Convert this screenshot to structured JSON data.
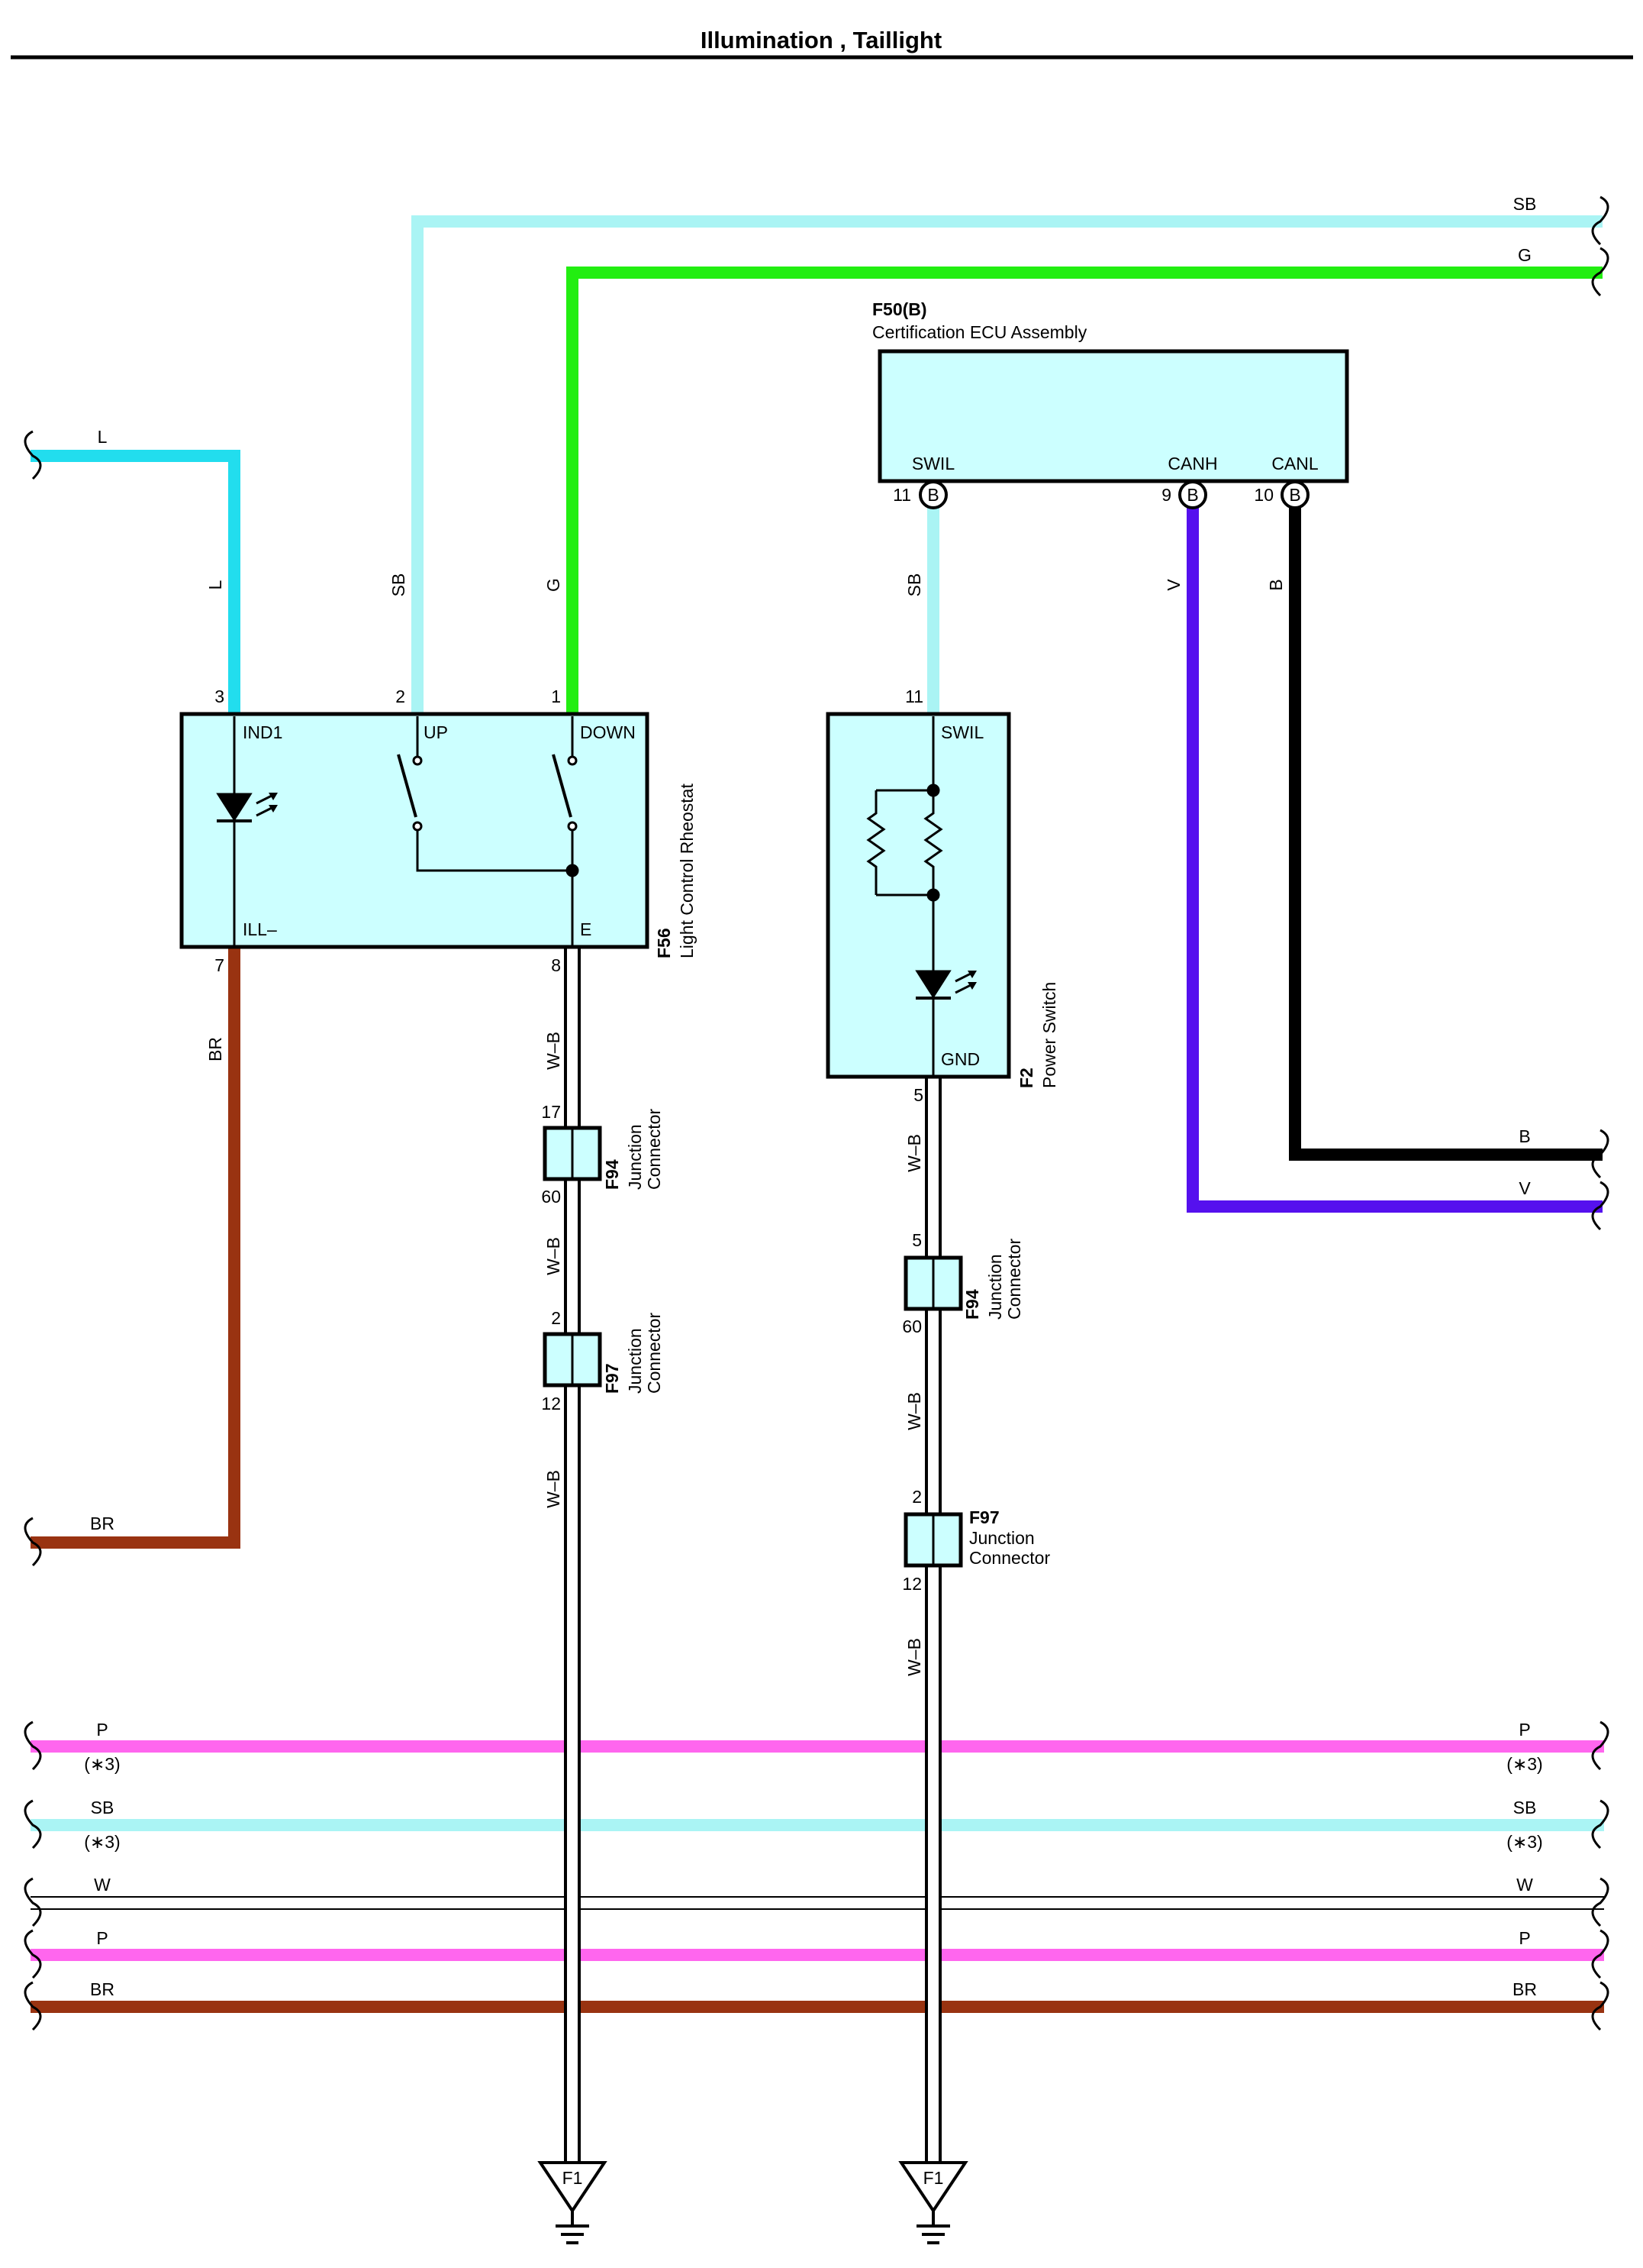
{
  "title": "Illumination , Taillight",
  "colors": {
    "L": "#22ddee",
    "SB": "#aaf4f4",
    "G": "#22ee11",
    "BR": "#993311",
    "V": "#5511ee",
    "B": "#000000",
    "P": "#ff66ee",
    "W": "#ffffff",
    "W_B": "#ffffff",
    "component_fill": "#ccffff"
  },
  "top_wires": {
    "sb": "SB",
    "g": "G"
  },
  "left_wires": {
    "l": "L",
    "br": "BR"
  },
  "f50": {
    "code": "F50(B)",
    "name": "Certification ECU Assembly",
    "pins": [
      {
        "label": "SWIL",
        "num": "11",
        "conn": "B"
      },
      {
        "label": "CANH",
        "num": "9",
        "conn": "B"
      },
      {
        "label": "CANL",
        "num": "10",
        "conn": "B"
      }
    ]
  },
  "f56": {
    "code": "F56",
    "name": "Light Control Rheostat",
    "pin_ind1": "IND1",
    "pin_up": "UP",
    "pin_down": "DOWN",
    "pin_ill": "ILL–",
    "pin_e": "E",
    "num3": "3",
    "num2": "2",
    "num1": "1",
    "num7": "7",
    "num8": "8"
  },
  "f2": {
    "code": "F2",
    "name": "Power Switch",
    "pin_swil": "SWIL",
    "pin_gnd": "GND",
    "num11": "11",
    "num5": "5"
  },
  "wire_labels": {
    "l": "L",
    "sb": "SB",
    "g": "G",
    "br": "BR",
    "v": "V",
    "b": "B",
    "wb": "W–B"
  },
  "junctions": {
    "f94": {
      "code": "F94",
      "line1": "Junction",
      "line2": "Connector"
    },
    "f97": {
      "code": "F97",
      "line1": "Junction",
      "line2": "Connector"
    },
    "left_f94_in": "17",
    "left_f94_out": "60",
    "left_f97_in": "2",
    "left_f97_out": "12",
    "right_f94_in": "5",
    "right_f94_out": "60",
    "right_f97_in": "2",
    "right_f97_out": "12"
  },
  "right_outputs": {
    "b": "B",
    "v": "V"
  },
  "bus": {
    "p1": "P",
    "p1_note": "(∗3)",
    "sb": "SB",
    "sb_note": "(∗3)",
    "w": "W",
    "p2": "P",
    "br": "BR"
  },
  "ground": "F1"
}
